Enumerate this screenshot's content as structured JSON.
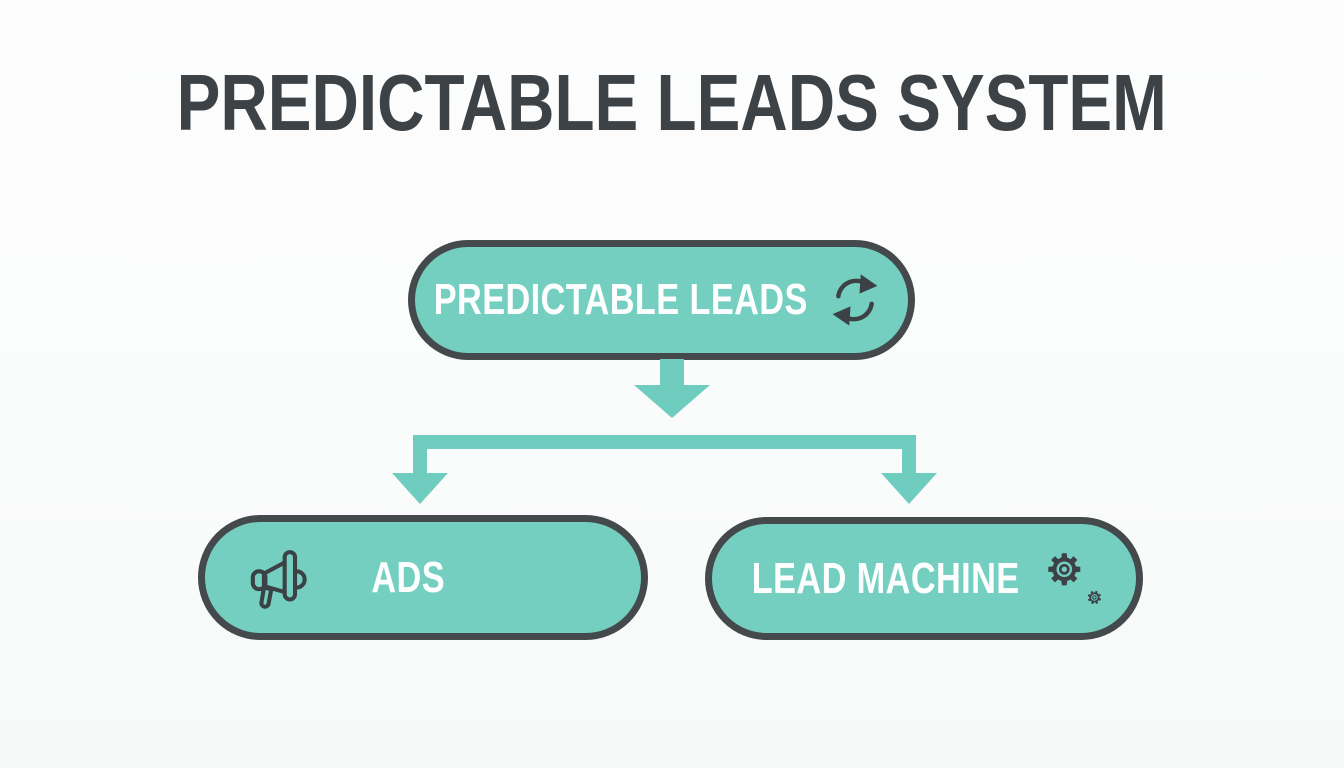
{
  "title": "PREDICTABLE LEADS SYSTEM",
  "diagram": {
    "root": {
      "label": "PREDICTABLE LEADS",
      "icon": "refresh-cycle-icon"
    },
    "children": [
      {
        "label": "ADS",
        "icon": "megaphone-icon"
      },
      {
        "label": "LEAD MACHINE",
        "icon": "gears-icon"
      }
    ],
    "connections": [
      {
        "from": "PREDICTABLE LEADS",
        "to": "ADS",
        "style": "down-arrow-branch"
      },
      {
        "from": "PREDICTABLE LEADS",
        "to": "LEAD MACHINE",
        "style": "down-arrow-branch"
      }
    ]
  },
  "colors": {
    "node_fill_teal": "#74cfc1",
    "arrow_teal": "#6fcdbf",
    "outline_dark_gray": "#44494c",
    "icon_dark_gray": "#3b4145",
    "title_text": "#3d4247",
    "node_text": "#fdfefe",
    "background": "#fbfcfc"
  }
}
